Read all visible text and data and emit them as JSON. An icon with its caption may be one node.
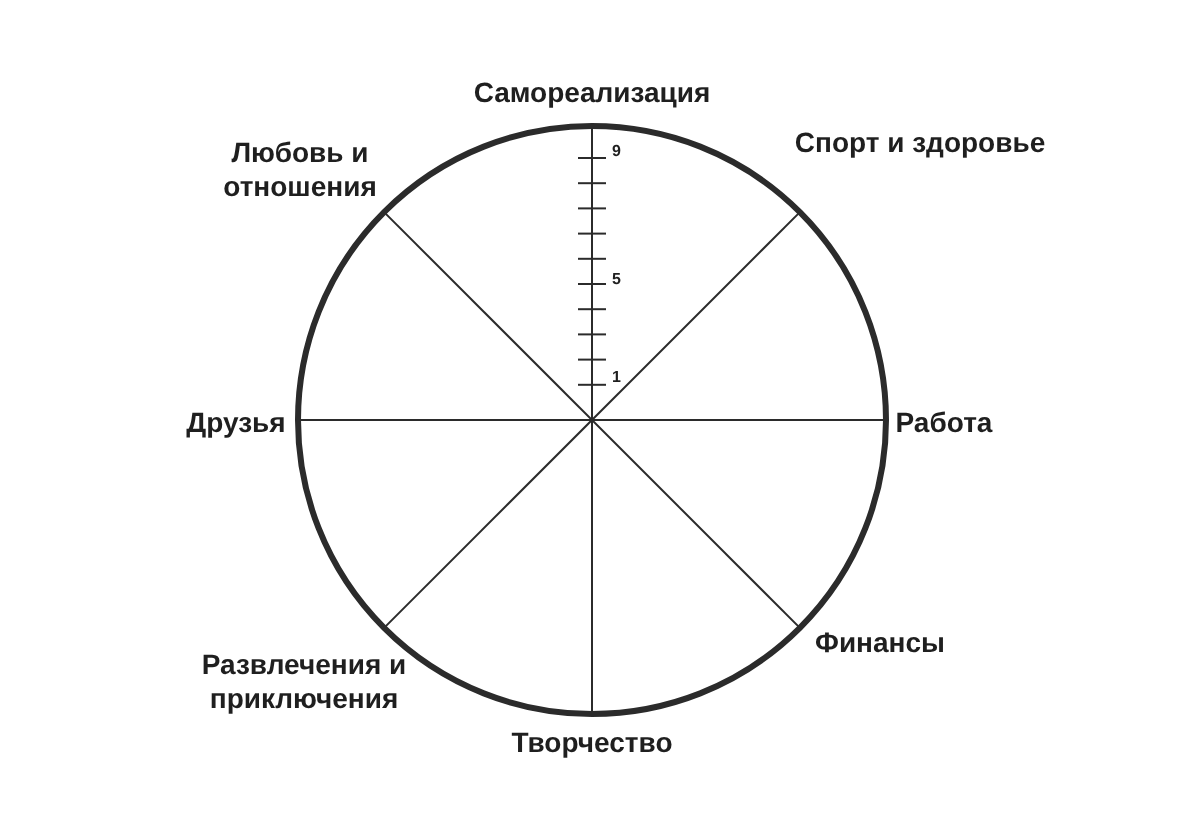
{
  "diagram": {
    "labels": [
      "Самореализация",
      "Любовь и отношения",
      "Спорт и здоровье",
      "9",
      "5",
      "1",
      "Друзья",
      "Работа",
      "Развлечения и приключения",
      "Финансы",
      "Творчество"
    ]
  }
}
